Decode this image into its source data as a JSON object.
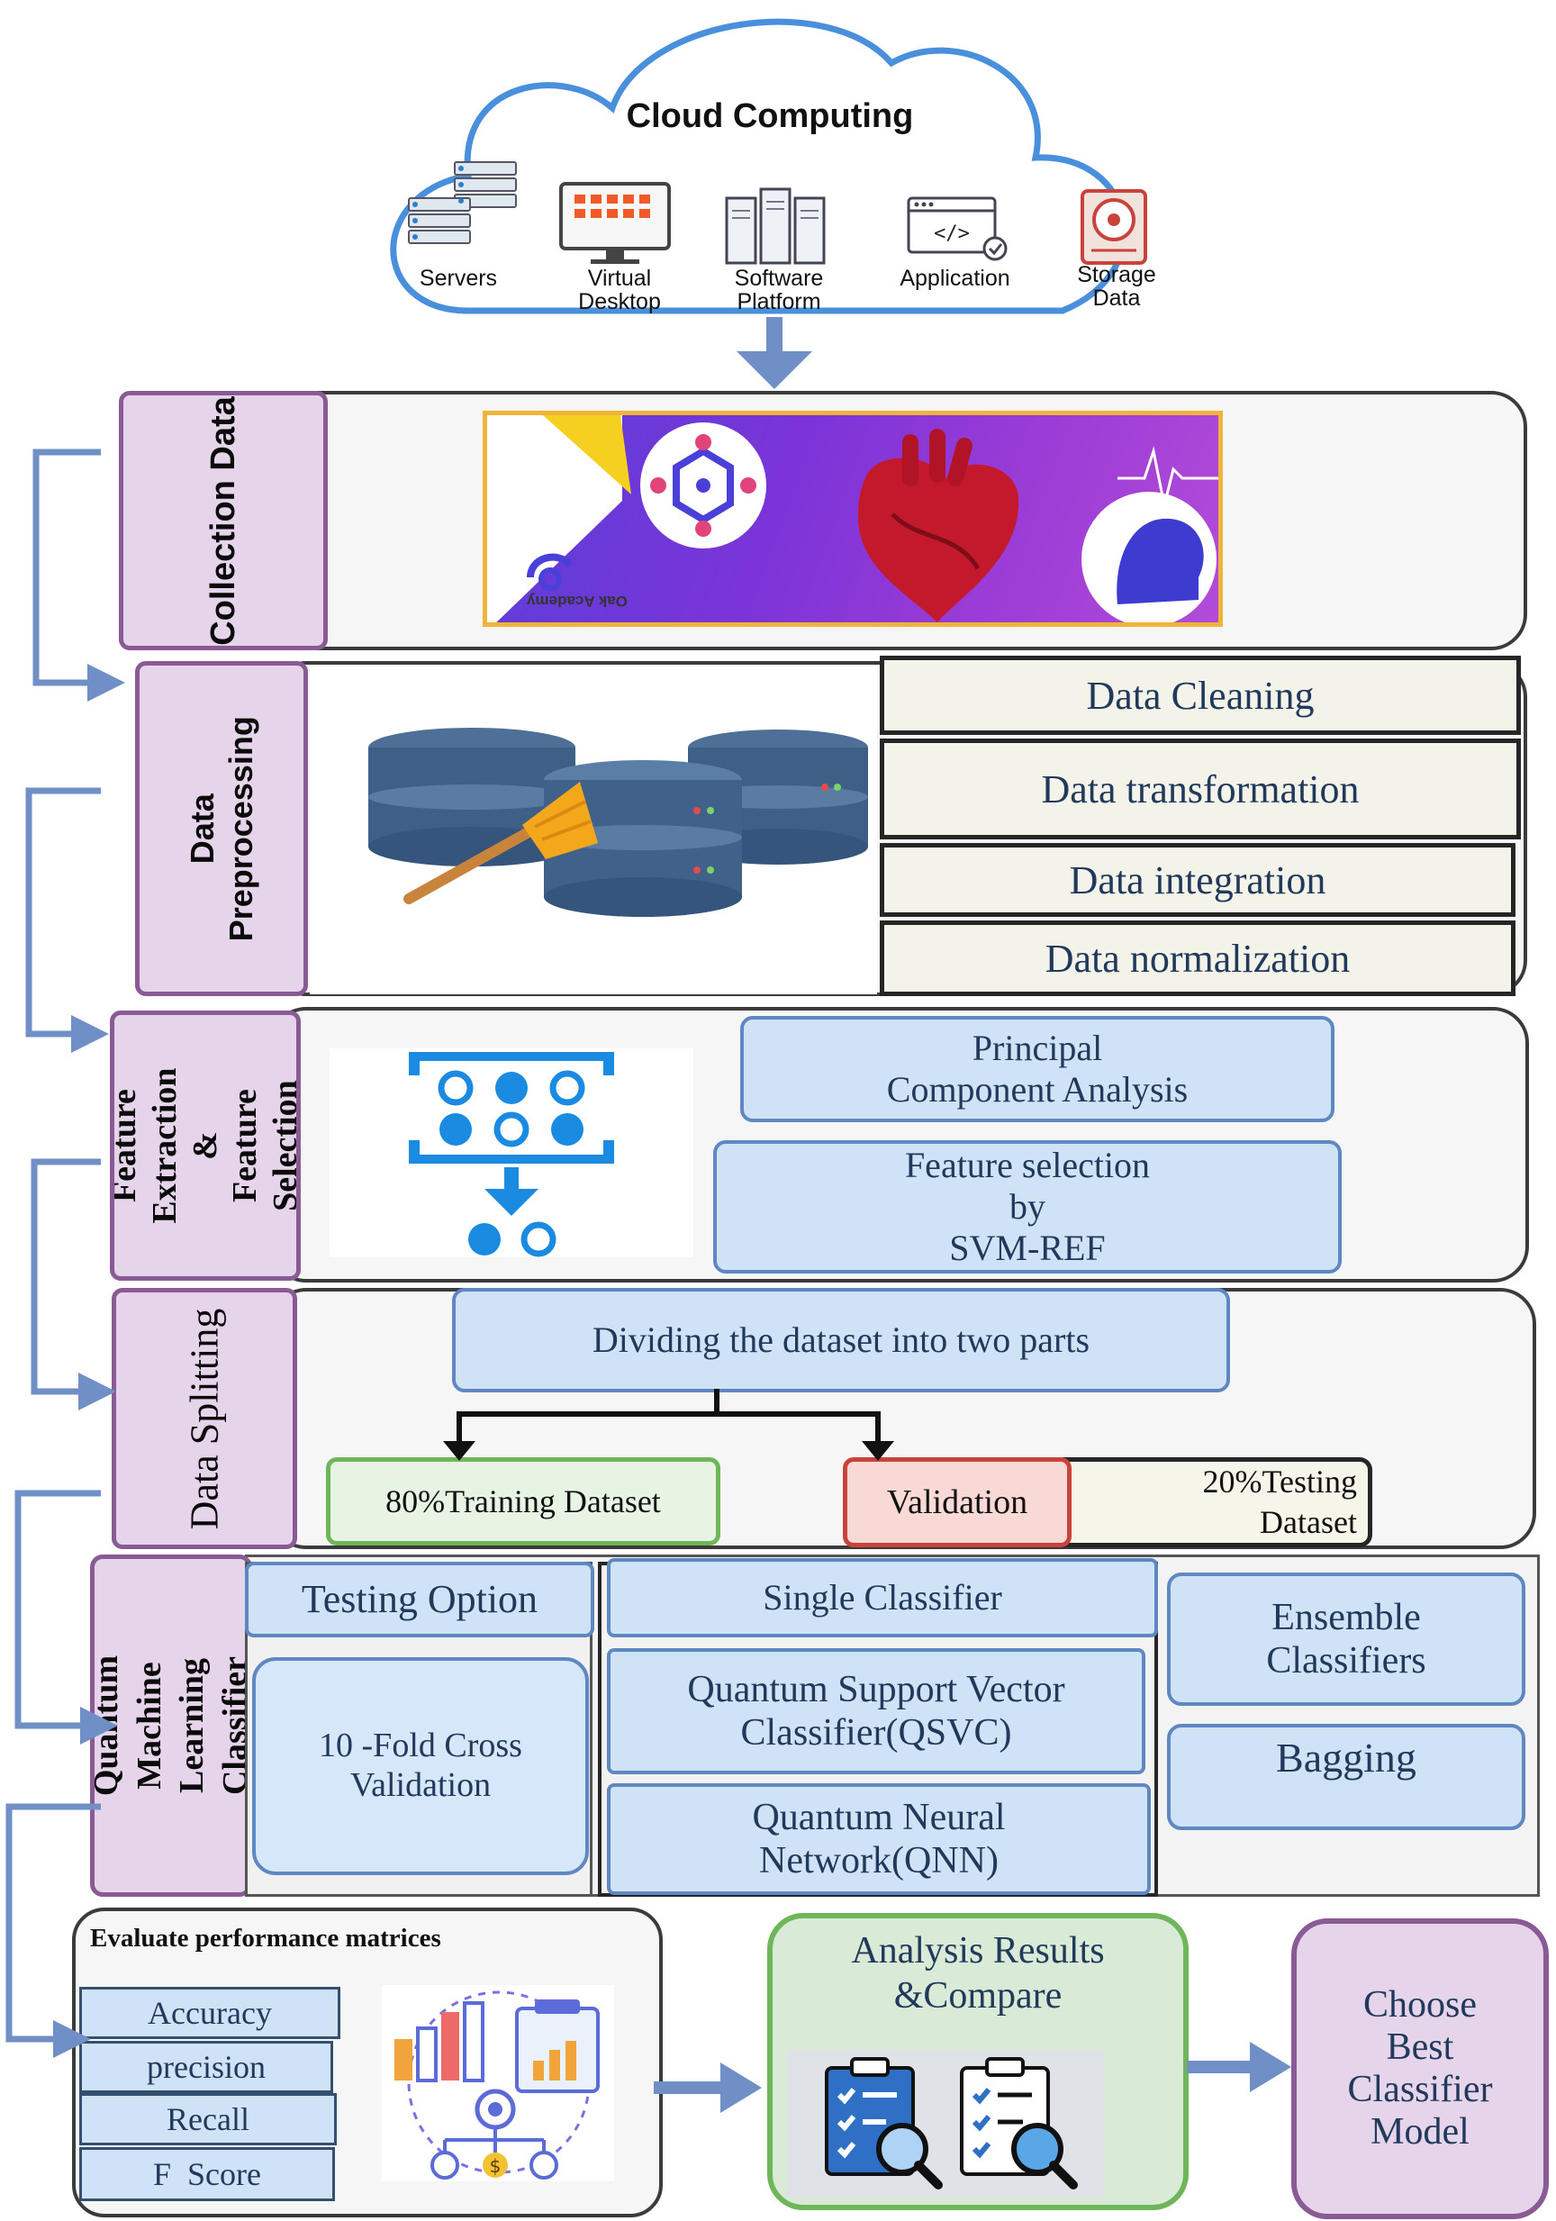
{
  "cloud": {
    "title": "Cloud Computing",
    "items": [
      {
        "label": "Servers",
        "icon": "servers-icon"
      },
      {
        "label": "Virtual\nDesktop",
        "icon": "monitor-icon"
      },
      {
        "label": "Software\nPlatform",
        "icon": "software-platform-icon"
      },
      {
        "label": "Application",
        "icon": "code-window-icon"
      },
      {
        "label": "Storage\nData",
        "icon": "storage-disk-icon"
      }
    ]
  },
  "collection": {
    "label": "Collection Data",
    "banner_brand": "Oak Academy"
  },
  "preprocessing": {
    "label": "Data\nPreprocessing",
    "steps": [
      "Data Cleaning",
      "Data transformation",
      "Data integration",
      "Data normalization"
    ]
  },
  "feature": {
    "label": "Feature\nExtraction &\nFeature\nSelection",
    "pca": "Principal\nComponent Analysis",
    "selection": "Feature selection\nby\nSVM-REF"
  },
  "splitting": {
    "label": "Data Splitting",
    "divide": "Dividing the dataset into two parts",
    "training": "80%Training Dataset",
    "validation": "Validation",
    "testing": "20%Testing\nDataset"
  },
  "qml": {
    "label": "Quantum Machine\nLearning Classifier",
    "testing_option": "Testing Option",
    "kfold": "10 -Fold Cross\nValidation",
    "single": "Single Classifier",
    "qsvc": "Quantum Support Vector\nClassifier(QSVC)",
    "qnn": "Quantum Neural\nNetwork(QNN)",
    "ensemble": "Ensemble\nClassifiers",
    "bagging": "Bagging"
  },
  "evaluate": {
    "title": "Evaluate performance matrices",
    "metrics": [
      "Accuracy",
      "precision",
      "Recall",
      "F  Score"
    ]
  },
  "analysis": {
    "title": "Analysis Results\n&Compare"
  },
  "choose": {
    "title": "Choose\nBest\nClassifier\nModel"
  },
  "colors": {
    "tab_fill": "#e6d4eb",
    "tab_border": "#8a5a95",
    "blue_fill": "#cfe2f6",
    "blue_border": "#5f88c2",
    "green_border": "#6fb55a",
    "red_border": "#c9423c",
    "arrow": "#6f8fc6"
  }
}
